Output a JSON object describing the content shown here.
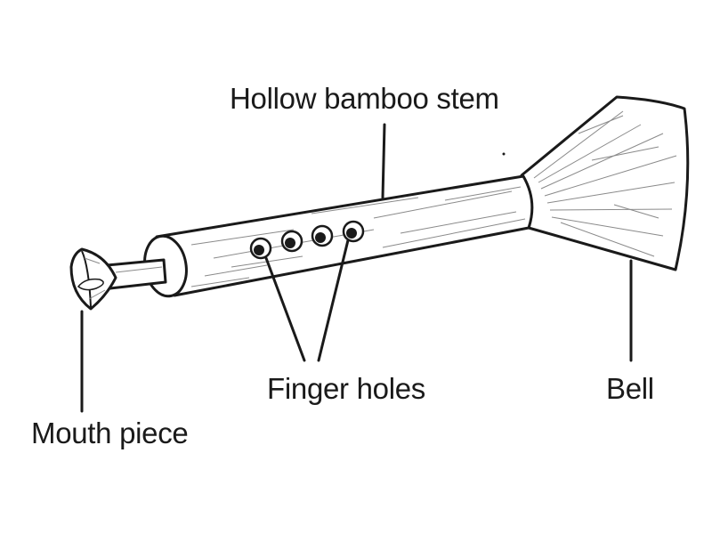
{
  "diagram": {
    "labels": {
      "stem": "Hollow bamboo stem",
      "finger_holes": "Finger holes",
      "bell": "Bell",
      "mouth_piece": "Mouth piece"
    },
    "parts": [
      {
        "id": "mouth-piece",
        "label_key": "mouth_piece"
      },
      {
        "id": "stem",
        "label_key": "stem"
      },
      {
        "id": "finger-holes",
        "label_key": "finger_holes",
        "count": 4
      },
      {
        "id": "bell",
        "label_key": "bell"
      }
    ],
    "colors": {
      "stroke": "#1a1a1a",
      "fill": "#ffffff",
      "hatch": "#8a8a8a"
    }
  }
}
